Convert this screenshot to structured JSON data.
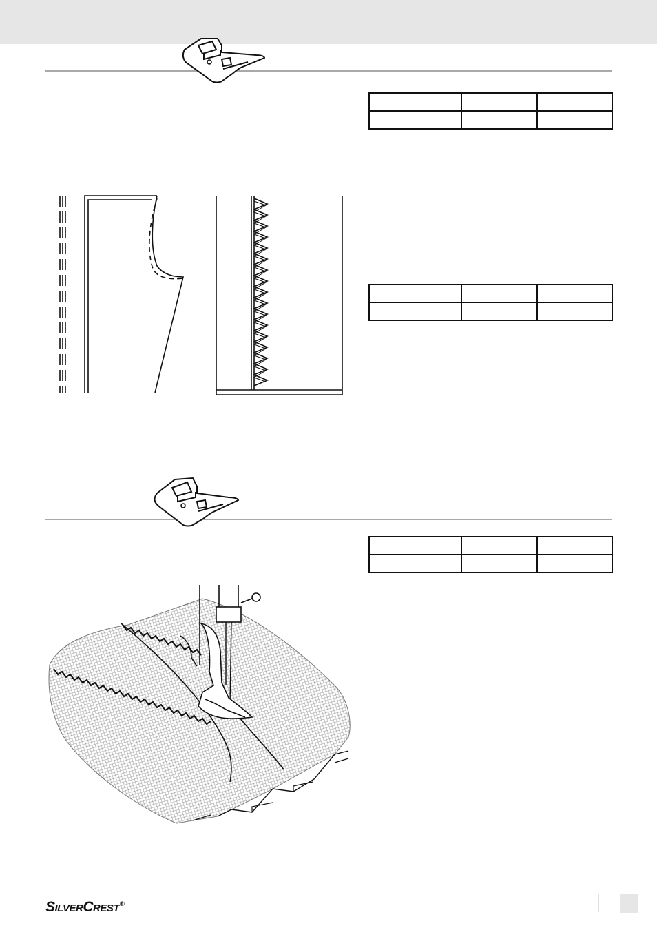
{
  "header": {
    "band_color": "#e6e6e6"
  },
  "section1": {
    "presser_foot_icon": "zigzag-presser-foot-icon",
    "table": [
      [
        "",
        "",
        ""
      ],
      [
        "",
        "",
        ""
      ]
    ]
  },
  "section2": {
    "table": [
      [
        "",
        "",
        ""
      ],
      [
        "",
        "",
        ""
      ]
    ]
  },
  "section3": {
    "presser_foot_icon": "zigzag-presser-foot-icon",
    "table": [
      [
        "",
        "",
        ""
      ],
      [
        "",
        "",
        ""
      ]
    ]
  },
  "footer": {
    "brand_s": "S",
    "brand_ilver": "ILVER",
    "brand_c": "C",
    "brand_rest": "REST",
    "brand_reg": "®",
    "page_box_color": "#e6e6e6"
  }
}
